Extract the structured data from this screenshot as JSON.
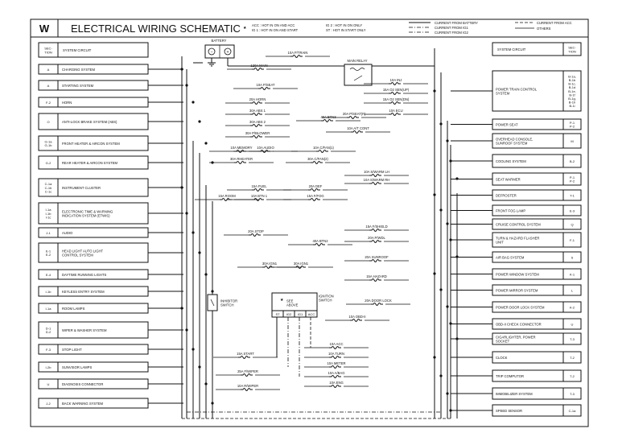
{
  "header": {
    "section_letter": "W",
    "title": "ELECTRICAL WIRING SCHEMATIC",
    "note_mark": "★",
    "notes": [
      "ACC : HOT IN ON AND ACC",
      "IG 1 : HOT IN ON AND START",
      "IG 2 : HOT IN ON ONLY",
      "ST    : HOT IN START ONLY"
    ],
    "legend": [
      "CURRENT FROM BATTERY",
      "CURRENT FROM IG1",
      "CURRENT FROM IG2",
      "CURRENT FROM ACC",
      "OTHERS"
    ]
  },
  "left_header": {
    "sec": "SEC-TION",
    "circuit": "SYSTEM CIRCUIT"
  },
  "right_header": {
    "circuit": "SYSTEM CIRCUIT",
    "sec": "SEC-TION"
  },
  "left_circuits": [
    {
      "sec": "A",
      "name": "CHARGING SYSTEM"
    },
    {
      "sec": "A",
      "name": "STARTING SYSTEM"
    },
    {
      "sec": "F-2",
      "name": "HORN"
    },
    {
      "sec": "O",
      "name": "ANTI-LOCK BRAKE SYSTEM (ABS)"
    },
    {
      "sec": "G-1a G-1b",
      "name": "FRONT HEATER & AIRCON SYSTEM"
    },
    {
      "sec": "G-2",
      "name": "REAR HEATER & AIRCON SYSTEM"
    },
    {
      "sec": "C-1a C-1b C-1c",
      "name": "INSTRUMENT CLUSTER"
    },
    {
      "sec": "I-1a I-1b I-1c",
      "name": "ELECTRONIC TIME & WARNING INDICATION SYSTEM (ETWIS)"
    },
    {
      "sec": "J-1",
      "name": "AUDIO"
    },
    {
      "sec": "E-1 E-2",
      "name": "HEAD LIGHT AUTO LIGHT CONTROL SYSTEM"
    },
    {
      "sec": "E-4",
      "name": "DAYTIME RUNNING LIGHTS"
    },
    {
      "sec": "I-1b",
      "name": "KEYLESS ENTRY SYSTEM"
    },
    {
      "sec": "I-1a",
      "name": "ROOM LAMPS"
    },
    {
      "sec": "D-1 D-2",
      "name": "WIPER & WASHER SYSTEM"
    },
    {
      "sec": "F-3",
      "name": "STOP LIGHT"
    },
    {
      "sec": "I-2b",
      "name": "SUNVISOR LAMPS"
    },
    {
      "sec": "U",
      "name": "DIAGNOSIS CONNECTOR"
    },
    {
      "sec": "J-2",
      "name": "BACK WARNING SYSTEM"
    }
  ],
  "right_circuits": [
    {
      "sec": "B-1a, B-1b B-1c, B-1d B-1e, B-1f B-1g, B-1h B-1i",
      "name": "POWER TRAIN CONTROL SYSTEM"
    },
    {
      "sec": "P-1 P-2",
      "name": "POWER SEAT"
    },
    {
      "sec": "M",
      "name": "OVERHEAD CONSOLE, SUNROOF SYSTEM"
    },
    {
      "sec": "B-2",
      "name": "COOLING SYSTEM"
    },
    {
      "sec": "P-1 P-2",
      "name": "SEAT WARMER"
    },
    {
      "sec": "T-1",
      "name": "DEFROSTER"
    },
    {
      "sec": "E-3",
      "name": "FRONT FOG LAMP"
    },
    {
      "sec": "Q",
      "name": "CRUISE CONTROL SYSTEM"
    },
    {
      "sec": "F-1",
      "name": "TURN & HAZARD FLASHER UNIT"
    },
    {
      "sec": "S",
      "name": "AIR BAG SYSTEM"
    },
    {
      "sec": "K-1",
      "name": "POWER WINDOW SYSTEM"
    },
    {
      "sec": "L",
      "name": "POWER MIRROR SYSTEM"
    },
    {
      "sec": "K-2",
      "name": "POWER DOOR LOCK SYSTEM"
    },
    {
      "sec": "U",
      "name": "OBD-II CHECK CONNECTOR"
    },
    {
      "sec": "T-3",
      "name": "CIGARLIGHTER, POWER SOCKET"
    },
    {
      "sec": "T-2",
      "name": "CLOCK"
    },
    {
      "sec": "T-2",
      "name": "TRIP COMPUTOR"
    },
    {
      "sec": "T-3",
      "name": "IMMOBILIZER SYSTEM"
    },
    {
      "sec": "C-1a",
      "name": "SPEED SENSOR"
    }
  ],
  "battery_label": "BATTERY",
  "battery_terminals": [
    "−",
    "+"
  ],
  "relay_label": "MAIN RELAY",
  "fuses": [
    "10A P/TRAIN",
    "120A MAIN",
    "10A P/SEAT",
    "20A HORN",
    "30A ABS 1",
    "30A ABS 2",
    "30A P/BLOWER",
    "40A BTN3",
    "20A P/SEAT(F)",
    "10A MEMORY",
    "10A AUDIO",
    "10A C/FAN(1)",
    "30A RHEATER",
    "30A C/FAN(2)",
    "10A S/WARM LH",
    "10A S/WARM RH",
    "15A FUEL",
    "20A DEF",
    "15A ROOM",
    "10A BTN 1",
    "15A F/FOG",
    "20A STOP",
    "15A F/SHIELD",
    "20A P/WDL",
    "40A BTN2",
    "20A SUNROOF",
    "15A HAZARD",
    "30A IGN1",
    "30A IGN1",
    "20A DOOR LOCK",
    "10A OBD-II",
    "10A ACC",
    "10A TURN",
    "10A METER",
    "10A A/BAG",
    "10A ENG",
    "15A START",
    "25A F/WIPER",
    "10A R/WIPER",
    "10A INJ",
    "15A O2 SEN(UP)",
    "15A O2 SEN(DN)",
    "10A ECU",
    "10A A/T CONT"
  ],
  "inhibitor": [
    "INHIBITOR",
    "SWITCH"
  ],
  "ignition": {
    "see": [
      "SEE",
      "ABOVE"
    ],
    "title": [
      "IGNITION",
      "SWITCH"
    ],
    "terminals": [
      "ST",
      "IG2",
      "IG1",
      "ACC"
    ]
  }
}
